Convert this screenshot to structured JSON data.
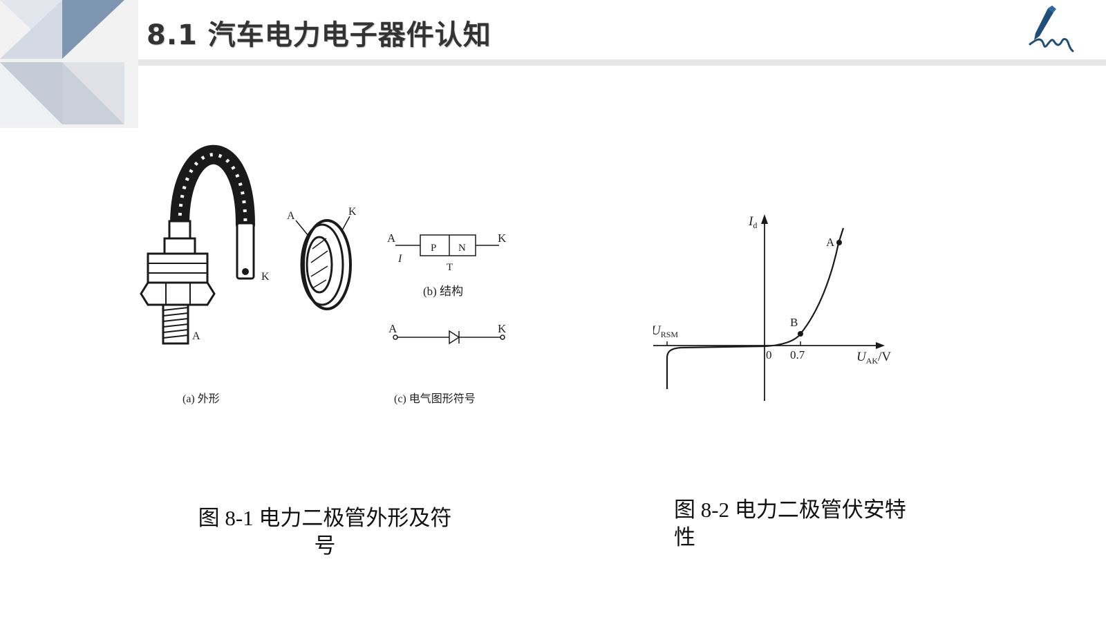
{
  "header": {
    "title": "8.1   汽车电力电子器件认知",
    "colors": {
      "accent": "#8fa3bd",
      "bar": "#e6e6e6",
      "title": "#333333"
    },
    "logo_icon": "pen-signature-icon"
  },
  "figure_appearance": {
    "label_a_outer": "A",
    "label_k_outer": "K",
    "label_a_ring": "A",
    "label_k_ring": "K",
    "sub_a": "(a) 外形",
    "struct_a": "A",
    "struct_k": "K",
    "struct_p": "P",
    "struct_n": "N",
    "struct_i": "I",
    "struct_t": "T",
    "sub_b": "(b) 结构",
    "sym_a": "A",
    "sym_k": "K",
    "sub_c": "(c) 电气图形符号"
  },
  "figure_iv": {
    "y_label_main": "I",
    "y_label_sub": "d",
    "point_a": "A",
    "point_b": "B",
    "ursm_main": "U",
    "ursm_sub": "RSM",
    "origin": "0",
    "tick_07": "0.7",
    "x_label_main": "U",
    "x_label_sub": "AK",
    "x_label_unit": "/V"
  },
  "captions": {
    "fig1_line1": "图 8-1  电力二极管外形及符",
    "fig1_line2": "号",
    "fig2_line1": "图 8-2  电力二极管伏安特",
    "fig2_line2": "性"
  }
}
